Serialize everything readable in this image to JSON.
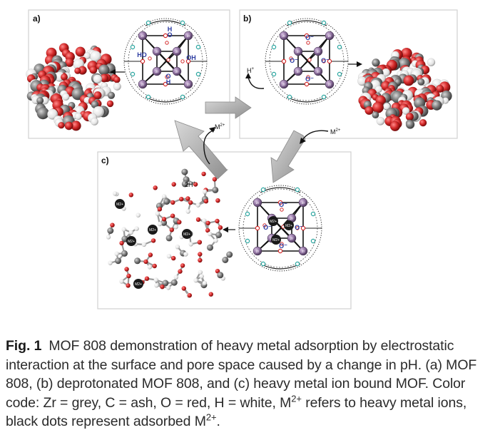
{
  "figure": {
    "panels": [
      {
        "id": "a",
        "label": "a)"
      },
      {
        "id": "b",
        "label": "b)"
      },
      {
        "id": "c",
        "label": "c)"
      }
    ],
    "labels": {
      "hplus": "H",
      "hplus_sup": "+",
      "m2plus_top": "M",
      "m2plus_top_sup": "2+",
      "m2plus_right": "M",
      "m2plus_right_sup": "2+",
      "two_hplus": "2H",
      "two_hplus_sup": "+",
      "ion": "M",
      "ion_sup": "2+",
      "ho": "HO",
      "oh": "OH",
      "h": "H",
      "o": "O",
      "o_minus": "O⁻",
      "zr": "Zr"
    },
    "colors": {
      "zr_node": "#8d6f9e",
      "oxygen": "#d42a2a",
      "hydrogen": "#f2f2f2",
      "carbon": "#8c8c8c",
      "arrow_fill": "#a9a9a9",
      "panel_border": "#cfcfcf",
      "ion_dot": "#1a1a1a",
      "teal_o": "#2aa6a0"
    }
  },
  "caption": {
    "fig_label": "Fig. 1",
    "text_1": "MOF 808 demonstration of heavy metal adsorption by electrostatic interaction at the surface and pore space caused by a change in pH. (a) MOF 808, (b) deprotonated MOF 808, and (c) heavy metal ion bound MOF. Color code: Zr = grey, C = ash, O = red, H = white, M",
    "sup_1": "2+",
    "text_2": " refers to heavy metal ions, black dots represent adsorbed M",
    "sup_2": "2+",
    "text_3": "."
  }
}
